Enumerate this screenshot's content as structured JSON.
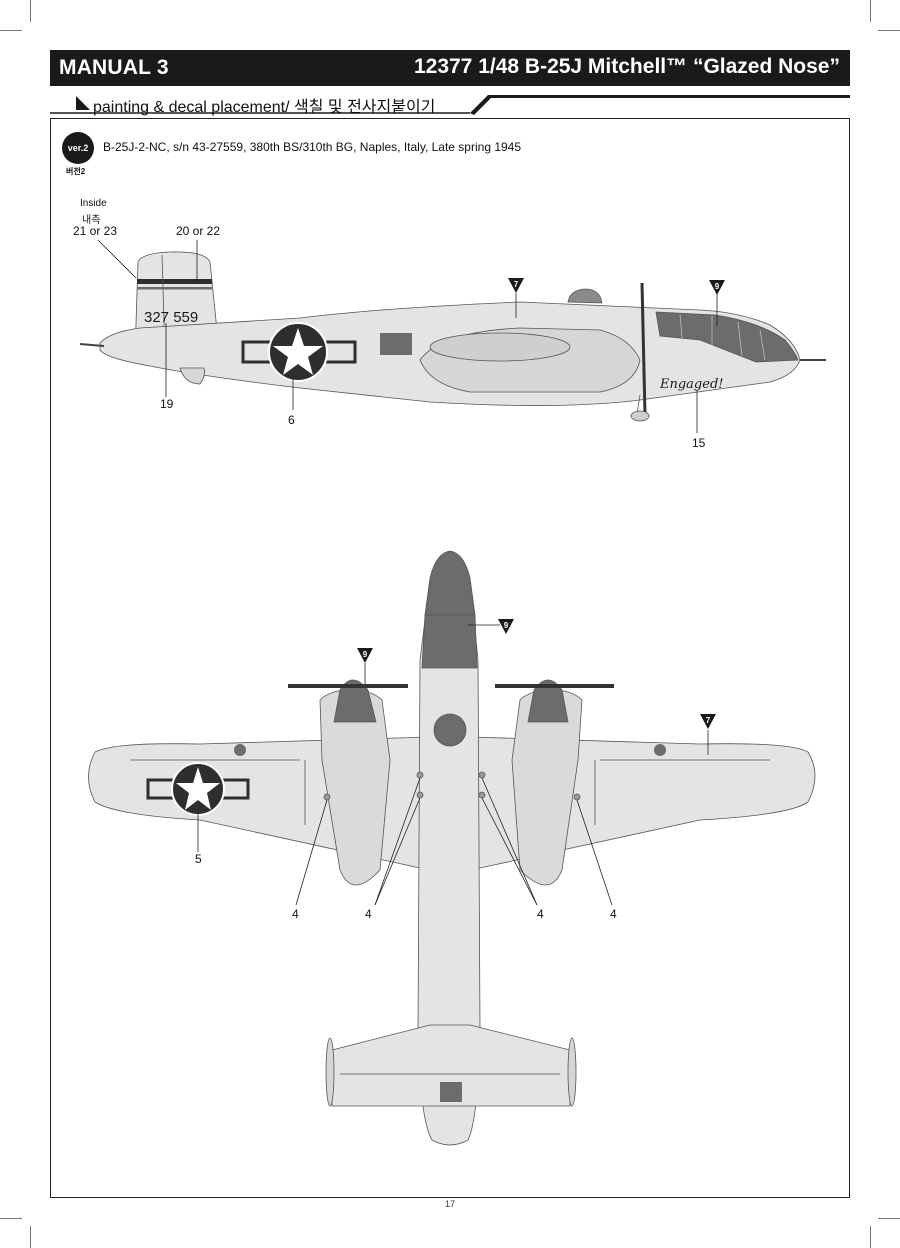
{
  "header": {
    "manual_label": "MANUAL 3",
    "kit_title": "12377 1/48 B-25J Mitchell™ “Glazed Nose”"
  },
  "subheader": {
    "text": "painting & decal placement/ 색칠 및 전사지붙이기"
  },
  "version": {
    "badge": "ver.2",
    "badge_ko": "버전2",
    "caption": "B-25J-2-NC, s/n 43-27559, 380th BS/310th BG, Naples, Italy, Late spring 1945"
  },
  "side_view": {
    "tail_number": "327 559",
    "nose_art": "Engaged!",
    "callouts": {
      "inside_en": "Inside",
      "inside_ko": "내측",
      "inside_ref": "21 or 23",
      "tail_band": "20 or 22",
      "tail_number_ref": "19",
      "fuselage_insignia": "6",
      "nose_art_ref": "15",
      "color_marker_a": "7",
      "color_marker_b": "9"
    }
  },
  "top_view": {
    "callouts": {
      "nose_color": "9",
      "nacelle_color": "9",
      "wing_color": "7",
      "wing_insignia": "5",
      "stencil_1": "4",
      "stencil_2": "4",
      "stencil_3": "4",
      "stencil_4": "4"
    }
  },
  "footer": {
    "page_number": "17"
  },
  "colors": {
    "aircraft_fill": "#e4e4e4",
    "dark_panel": "#6c6c6c",
    "header_bg": "#1c1a18",
    "insignia": "#2e2e2e"
  }
}
